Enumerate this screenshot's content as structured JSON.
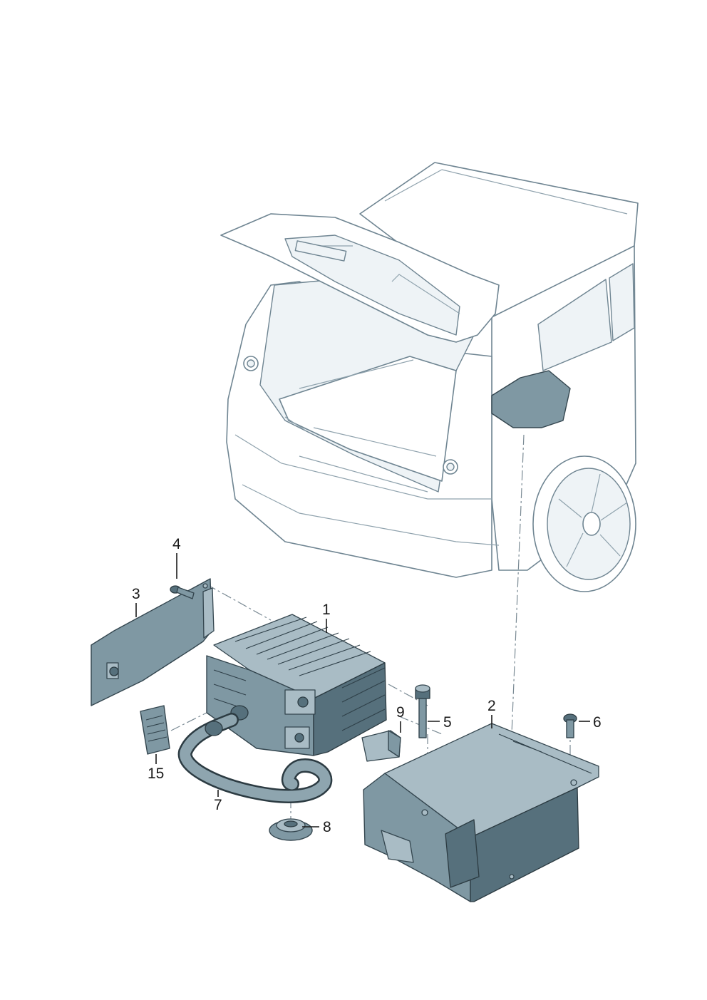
{
  "callouts": [
    {
      "id": "1",
      "label": "1"
    },
    {
      "id": "2",
      "label": "2"
    },
    {
      "id": "3",
      "label": "3"
    },
    {
      "id": "4",
      "label": "4"
    },
    {
      "id": "5",
      "label": "5"
    },
    {
      "id": "6",
      "label": "6"
    },
    {
      "id": "7",
      "label": "7"
    },
    {
      "id": "8",
      "label": "8"
    },
    {
      "id": "9",
      "label": "9"
    },
    {
      "id": "15",
      "label": "15"
    }
  ]
}
